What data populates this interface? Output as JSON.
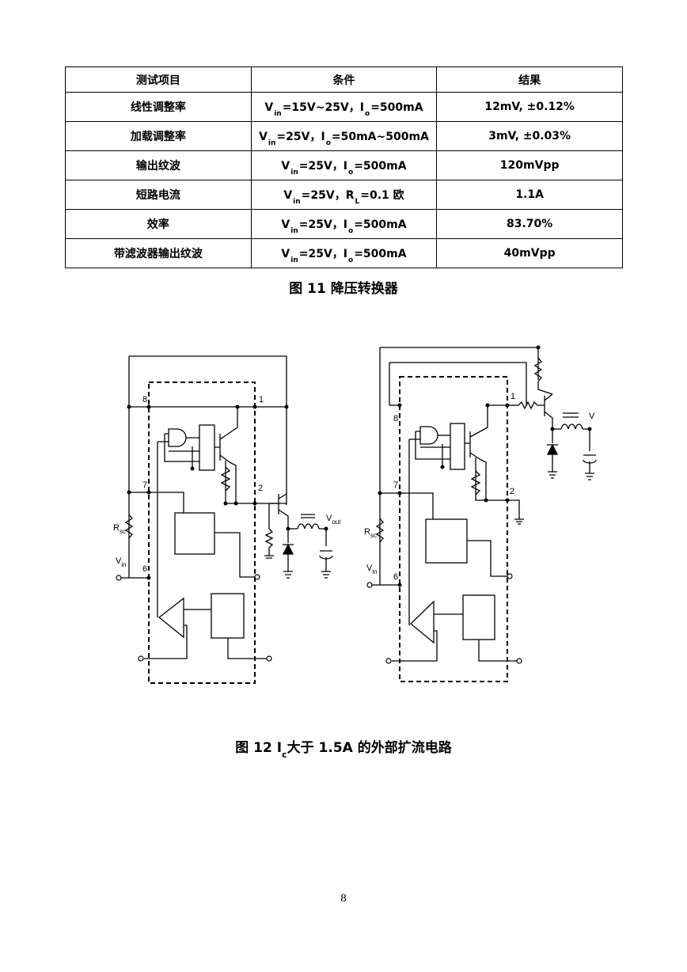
{
  "table": {
    "headers": [
      "测试项目",
      "条件",
      "结果"
    ],
    "rows": [
      {
        "item": "线性调整率",
        "c1": "V",
        "c1s": "in",
        "c2": "=15V~25V，I",
        "c2s": "o",
        "c3": "=500mA",
        "result": "12mV, ±0.12%"
      },
      {
        "item": "加载调整率",
        "c1": "V",
        "c1s": "in",
        "c2": "=25V，I",
        "c2s": "o",
        "c3": "=50mA~500mA",
        "result": "3mV, ±0.03%"
      },
      {
        "item": "输出纹波",
        "c1": "V",
        "c1s": "in",
        "c2": "=25V，I",
        "c2s": "o",
        "c3": "=500mA",
        "result": "120mVpp"
      },
      {
        "item": "短路电流",
        "c1": "V",
        "c1s": "in",
        "c2": "=25V，R",
        "c2s": "L",
        "c3": "=0.1 欧",
        "result": "1.1A"
      },
      {
        "item": "效率",
        "c1": "V",
        "c1s": "in",
        "c2": "=25V，I",
        "c2s": "o",
        "c3": "=500mA",
        "result": "83.70%"
      },
      {
        "item": "带滤波器输出纹波",
        "c1": "V",
        "c1s": "in",
        "c2": "=25V，I",
        "c2s": "o",
        "c3": "=500mA",
        "result": "40mVpp"
      }
    ]
  },
  "captions": {
    "fig11": "图 11  降压转换器",
    "fig12_a": "图 12   I",
    "fig12_sub": "c",
    "fig12_b": "大于 1.5A 的外部扩流电路"
  },
  "circuit_left": {
    "pin8": "8",
    "pin1": "1",
    "pin7": "7",
    "pin2": "2",
    "pin6": "6",
    "rsc": "R",
    "rsc_sub": "sc",
    "vin": "V",
    "vin_sub": "in",
    "vout": "V",
    "vout_sub": "out"
  },
  "circuit_right": {
    "pin8": "8",
    "pin1": "1",
    "pin7": "7",
    "pin2": "2",
    "pin6": "6",
    "rsc": "R",
    "rsc_sub": "sc",
    "vin": "V",
    "vin_sub": "in",
    "vout": "V"
  },
  "page_number": "8"
}
